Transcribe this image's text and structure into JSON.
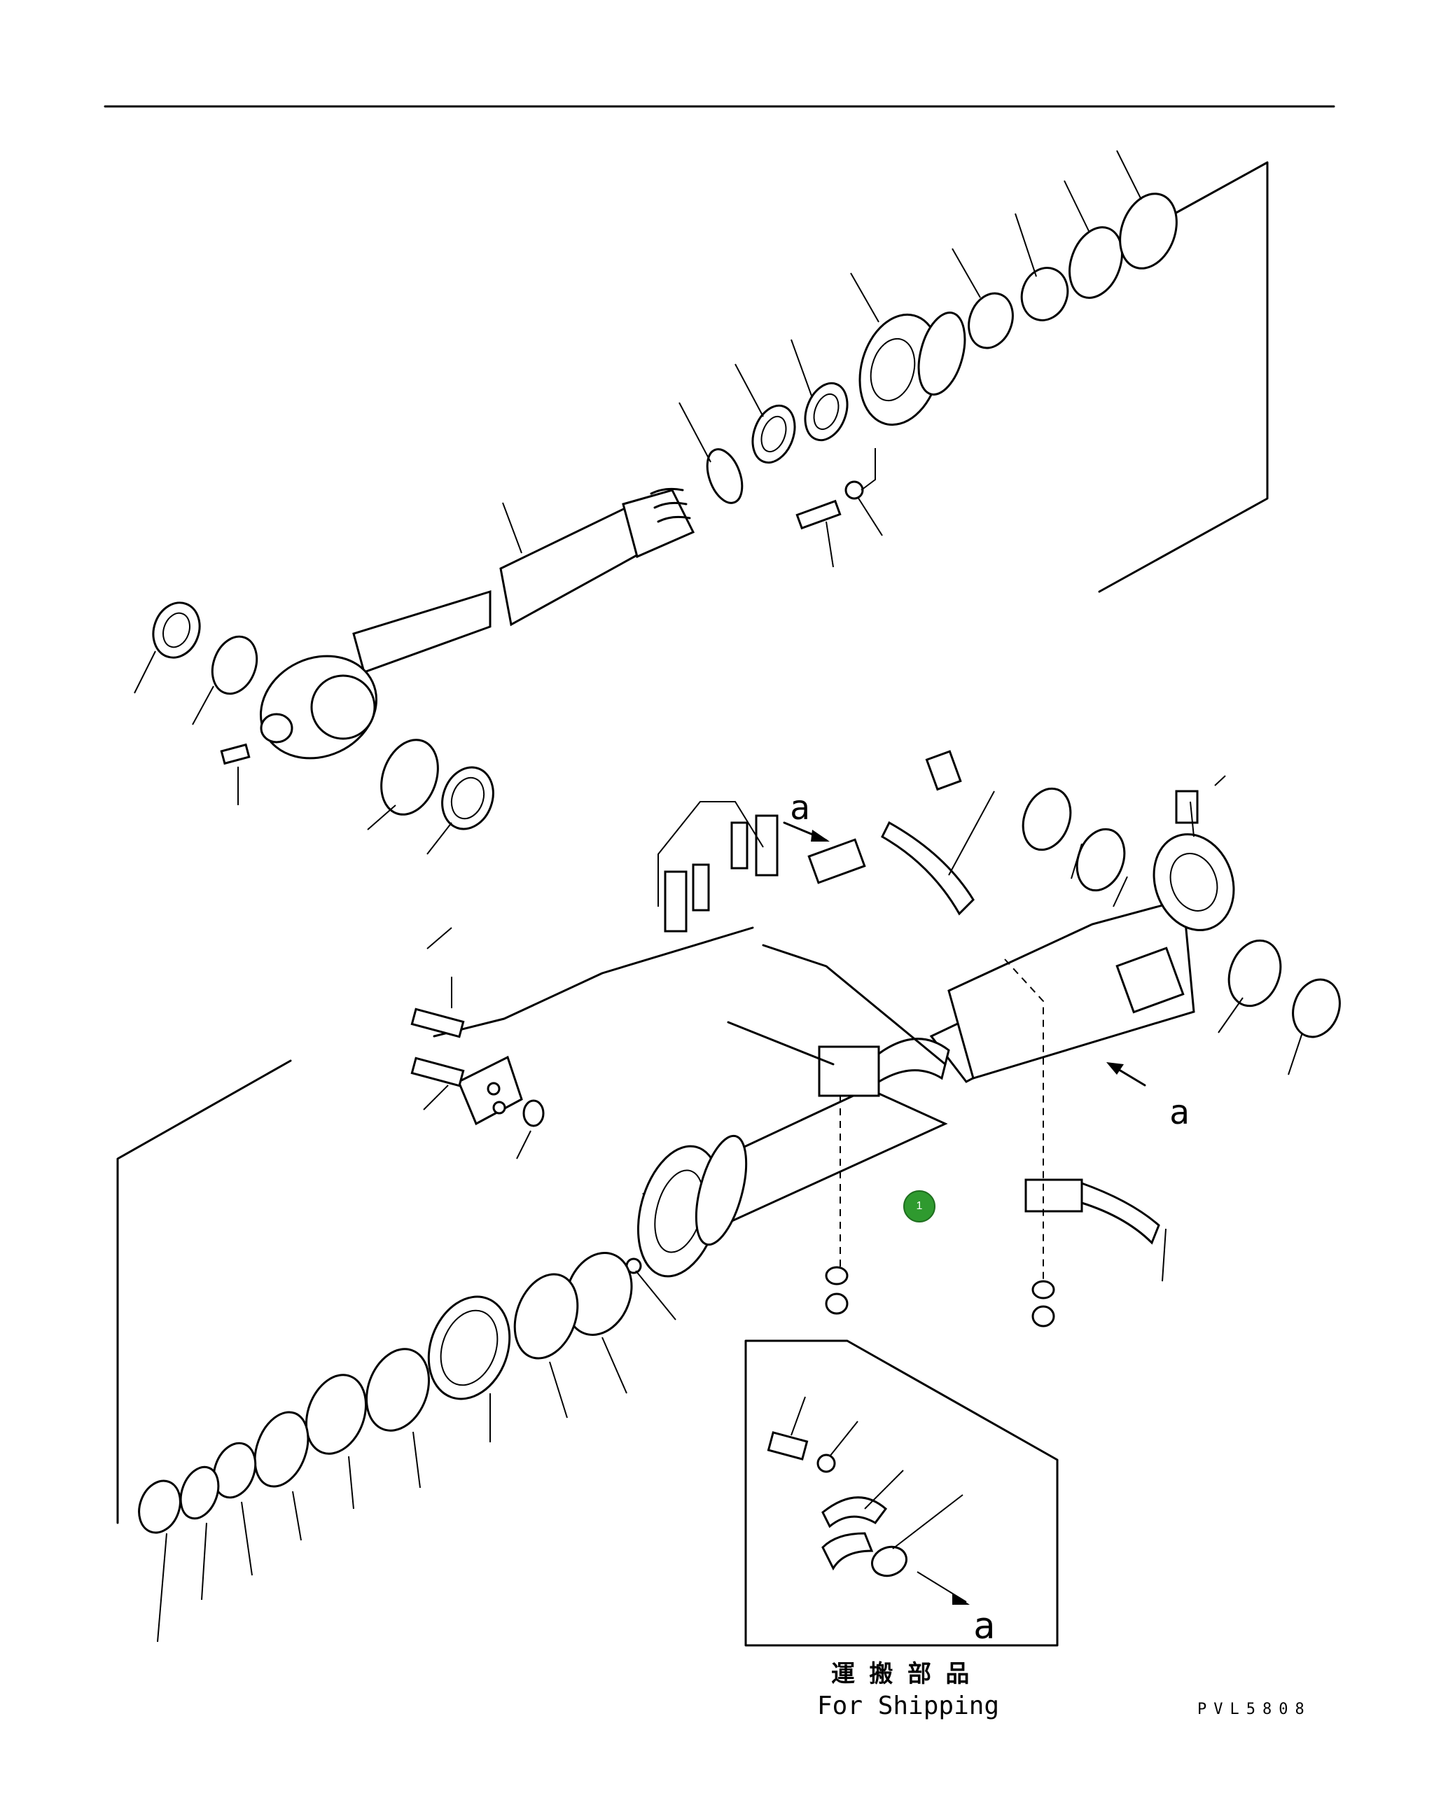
{
  "diagram": {
    "view_letter_a": "a",
    "shipping_label_jp": "運 搬 部 品",
    "shipping_label_en": "For Shipping",
    "drawing_code": "PVL5808"
  },
  "hotspots": [
    {
      "label": "1",
      "color": "#2f9a2f"
    }
  ]
}
